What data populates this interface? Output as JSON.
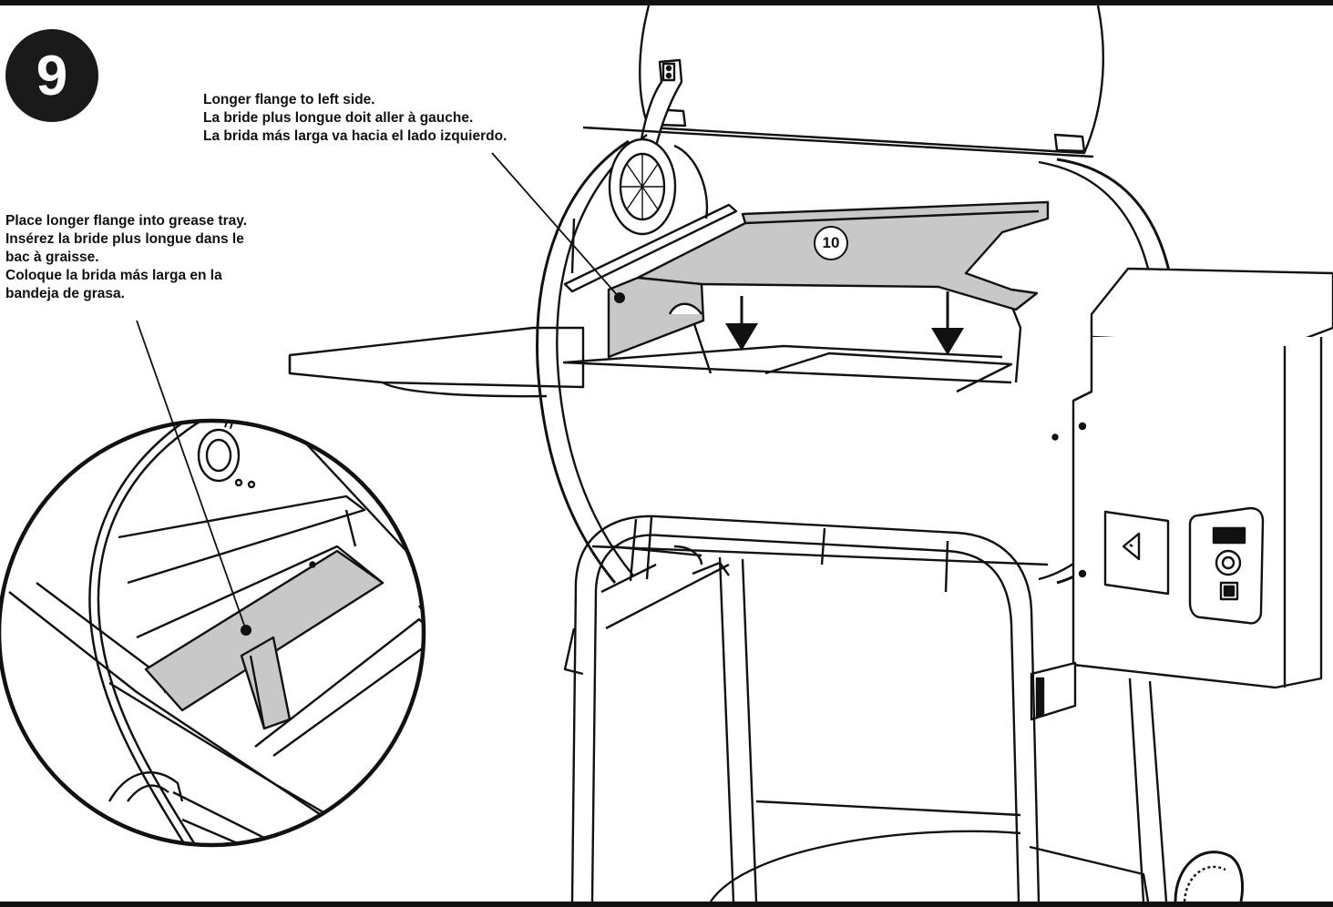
{
  "step": {
    "number": "9"
  },
  "part_callout": {
    "number": "10"
  },
  "notes": {
    "top": {
      "lines": [
        "Longer flange to left side.",
        "La bride plus longue doit aller à gauche.",
        "La brida más larga va hacia el lado izquierdo."
      ]
    },
    "left": {
      "lines": [
        "Place longer flange into grease tray.",
        "Insérez la bride plus longue dans le",
        "bac à graisse.",
        "Coloque la brida más larga en la",
        "bandeja de grasa."
      ]
    }
  },
  "colors": {
    "line": "#111111",
    "part_fill": "#c8c8c8",
    "frame": "#111111",
    "badge": "#1a1a1a"
  }
}
